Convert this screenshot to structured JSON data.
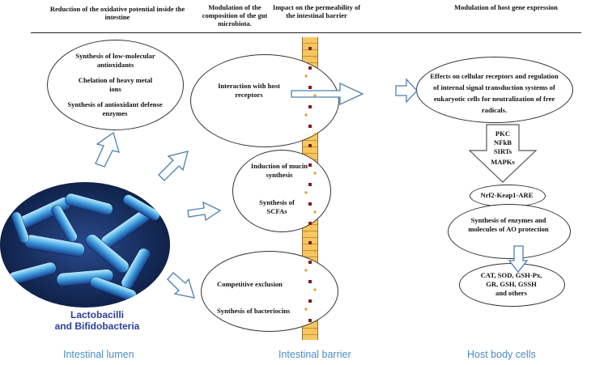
{
  "headers": {
    "col1": "Reduction of the oxidative potential inside the intestine",
    "col2": "Modulation of the composition of the gut microbiota.",
    "col3": "Impact on the permeability of the intestinal barrier",
    "col4": "Modulation of host gene expression"
  },
  "antioxidant_box": {
    "line1": "Synthesis of low-molecular antioxidants",
    "line2": "Chelation of heavy metal ions",
    "line3": "Synthesis of antioxidant defense enzymes"
  },
  "receptor_box": {
    "text": "Interaction with host receptors"
  },
  "mucin_box": {
    "line1": "Induction of mucin synthesis",
    "line2": "Synthesis of SCFAs"
  },
  "competition_box": {
    "line1": "Competitive exclusion",
    "line2": "Synthesis of bacteriocins"
  },
  "effects_box": {
    "text": "Effects on cellular receptors and regulation of internal signal transduction systems of eukaryotic cells for neutralization of free radicals."
  },
  "pathways": {
    "line1": "PKC",
    "line2": "NFkB",
    "line3": "SIRTs",
    "line4": "MAPKs"
  },
  "nrf2": {
    "label": "Nrf2-Keap1-ARE"
  },
  "enzymes_box": {
    "text": "Synthesis of enzymes and molecules of AO protection"
  },
  "outputs_box": {
    "line1": "CAT, SOD, GSH-Px,",
    "line2": "GR, GSH, GSSH",
    "line3": "and others"
  },
  "bacteria": {
    "line1": "Lactobacilli",
    "line2": "and Bifidobacteria"
  },
  "zones": {
    "lumen": "Intestinal lumen",
    "barrier": "Intestinal barrier",
    "host": "Host body cells"
  },
  "colors": {
    "arrow_outline": "#4a7fb0",
    "zone_text": "#4a8cc4",
    "bacteria_text": "#2a3f9c",
    "barrier_fill": "#f6c760",
    "barrier_dot": "#8b1a1a"
  }
}
